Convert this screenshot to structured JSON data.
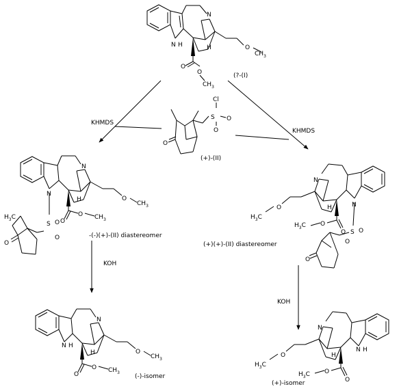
{
  "compounds": {
    "start": {
      "label": "(?-(I)"
    },
    "reagent": {
      "label": "(+)-(II)",
      "atoms": {
        "o": "O",
        "s": "S",
        "so1": "O",
        "so2": "O",
        "cl": "Cl"
      }
    },
    "dia_left": {
      "label": "-(-)(+)-(II) diastereomer"
    },
    "dia_right": {
      "label": "(+)(+)-(II) diastereomer"
    },
    "prod_left": {
      "label": "(-)-isomer"
    },
    "prod_right": {
      "label": "(+)-isomer"
    }
  },
  "reactions": {
    "to_left": {
      "reagent": "KHMDS"
    },
    "to_right": {
      "reagent": "KHMDS"
    },
    "hydrolysis_left": {
      "reagent": "KOH"
    },
    "hydrolysis_right": {
      "reagent": "KOH"
    }
  },
  "atoms": {
    "n": "N",
    "nh": "N",
    "h": "H",
    "o": "O",
    "s": "S",
    "me": "CH",
    "me3": "H",
    "me_sub": "3",
    "me3_left": "C",
    "h3c": "H",
    "h3c_sub": "3",
    "h3c_c": "C"
  }
}
